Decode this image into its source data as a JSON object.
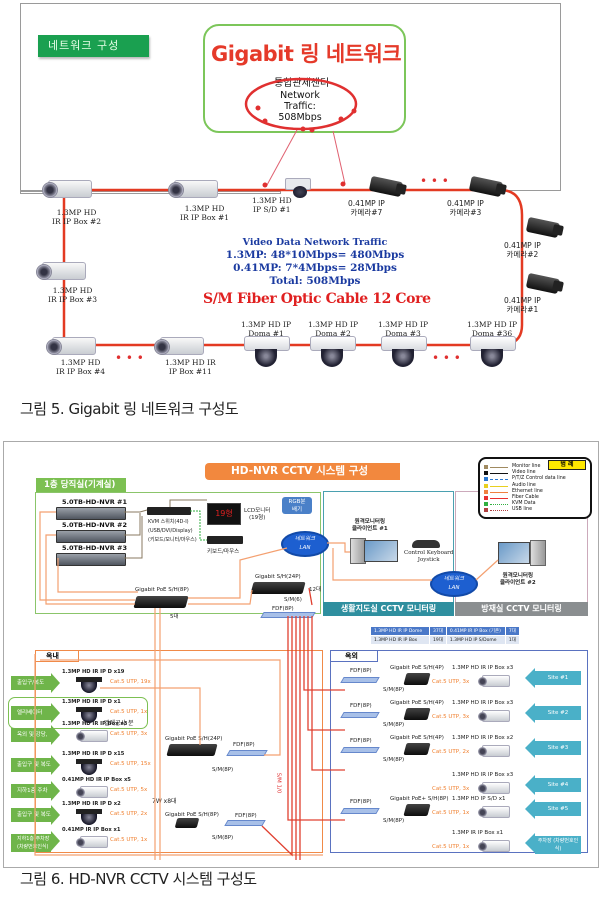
{
  "figure5": {
    "section_label": "네트워크 구성",
    "title": "Gigabit 링 네트워크",
    "control_center": "통합관제센터",
    "traffic_lines": [
      "Network",
      "Traffic:",
      "508Mbps"
    ],
    "info_title": "Video Data Network Traffic",
    "info_lines": [
      "1.3MP: 48*10Mbps= 480Mbps",
      "0.41MP: 7*4Mbps= 28Mbps",
      "Total:  508Mbps"
    ],
    "cable_label": "S/M Fiber Optic Cable 12 Core",
    "cameras": [
      {
        "id": "box2",
        "lines": [
          "1.3MP HD",
          "IR IP Box #2"
        ]
      },
      {
        "id": "box1",
        "lines": [
          "1.3MP HD",
          "IR IP Box #1"
        ]
      },
      {
        "id": "sd1",
        "lines": [
          "1.3MP HD",
          "IP S/D #1"
        ]
      },
      {
        "id": "cam7",
        "lines": [
          "0.41MP IP",
          "카메라#7"
        ]
      },
      {
        "id": "cam3",
        "lines": [
          "0.41MP IP",
          "카메라#3"
        ]
      },
      {
        "id": "cam2",
        "lines": [
          "0.41MP IP",
          "카메라#2"
        ]
      },
      {
        "id": "cam1",
        "lines": [
          "0.41MP IP",
          "카메라#1"
        ]
      },
      {
        "id": "box3",
        "lines": [
          "1.3MP HD",
          "IR IP Box #3"
        ]
      },
      {
        "id": "box4",
        "lines": [
          "1.3MP HD",
          "IR IP Box #4"
        ]
      },
      {
        "id": "box11",
        "lines": [
          "1.3MP HD IR",
          "IP Box #11"
        ]
      },
      {
        "id": "dome1",
        "lines": [
          "1.3MP HD IP",
          "Doma #1"
        ]
      },
      {
        "id": "dome2",
        "lines": [
          "1.3MP HD IP",
          "Doma #2"
        ]
      },
      {
        "id": "dome3",
        "lines": [
          "1.3MP HD IP",
          "Doma #3"
        ]
      },
      {
        "id": "dome36",
        "lines": [
          "1.3MP HD IP",
          "Doma #36"
        ]
      }
    ],
    "ellipsis": "• • •",
    "caption": "그림 5. Gigabit 링 네트워크 구성도"
  },
  "figure6": {
    "title": "HD-NVR CCTV 시스템 구성",
    "room_label": "1층 당직실(기계실)",
    "nvrs": [
      "5.0TB-HD-NVR #1",
      "5.0TB-HD-NVR #2",
      "5.0TB-HD-NVR #3"
    ],
    "kvm_lines": [
      "KVM 스위치(4D-I)",
      "(USB/DVI/Display)",
      "(키보드/모니터/마우스)"
    ],
    "lcd_screen": "19형",
    "lcd_lines": [
      "LCD모니터",
      "(19형)"
    ],
    "keyboard_label": "키보드/마우스",
    "rgb_lines": [
      "RGB분",
      "배기"
    ],
    "lan_lines": [
      "네트워크",
      "LAN"
    ],
    "switch_poe8": "Gigabit PoE S/H(8P)",
    "switch_poe8_count": "5대",
    "switch_24p": "Gigabit S/H(24P)",
    "switch_24p_count": "12대",
    "sm6": "S/M(6)",
    "fdf8": "FDF(8P)",
    "client1_lines": [
      "원격모니터링",
      "클라이언트 #1"
    ],
    "joystick_lines": [
      "Control Keyboard",
      "Joystick"
    ],
    "client2_lines": [
      "원격모니터링",
      "클라이언트 #2"
    ],
    "monitor_room1": "생활지도실 CCTV 모니터링",
    "monitor_room2": "방재실 CCTV 모니터링",
    "legend": {
      "title": "범 례",
      "items": [
        {
          "label": "Monitor line",
          "color": "#a08a60",
          "dash": "solid"
        },
        {
          "label": "Video line",
          "color": "#111111",
          "dash": "solid"
        },
        {
          "label": "P/T/Z Control data line",
          "color": "#2a78d0",
          "dash": "dashed"
        },
        {
          "label": "Audio line",
          "color": "#e8d020",
          "dash": "solid"
        },
        {
          "label": "Ethernet line",
          "color": "#f08040",
          "dash": "solid"
        },
        {
          "label": "Fiber Cable",
          "color": "#e83030",
          "dash": "solid"
        },
        {
          "label": "KVM Data",
          "color": "#30b040",
          "dash": "dotted"
        },
        {
          "label": "USB line",
          "color": "#b04040",
          "dash": "dotted"
        }
      ]
    },
    "summary_table": [
      [
        "1.3MP HD IR IP Dome",
        "37대",
        "0.41MP IR IP Box (기존)",
        "7대"
      ],
      [
        "1.3MP HD IR IP Box",
        "19대",
        "1.3MP HD IP S/Dome",
        "1대"
      ]
    ],
    "indoor": {
      "label": "옥내",
      "rows": [
        {
          "area": "출입구/복도",
          "camera": "1.3MP HD IR IP D x19",
          "cable": "Cat.5 UTP, 19x"
        },
        {
          "area": "엘리베이터",
          "camera": "1.3MP HD IR IP D x1",
          "cable": "Cat.5 UTP, 1x",
          "note": "엘레공사 분"
        },
        {
          "area": "옥외 및 강당, 식당",
          "camera": "1.3MP HD IR IP Box x3",
          "cable": "Cat.5 UTP, 3x"
        },
        {
          "area": "출입구 및 복도",
          "camera": "1.3MP HD IR IP D x15",
          "cable": "Cat.5 UTP, 15x"
        },
        {
          "area": "지하1층 주차장",
          "camera": "0.41MP HD IR IP Box x5",
          "cable": "Cat.5 UTP, 5x"
        },
        {
          "area": "출입구 및 복도",
          "camera": "1.3MP HD IR IP D x2",
          "cable": "Cat.5 UTP, 2x"
        },
        {
          "area": "지하1층 주차장 (차량번호인식)",
          "camera": "0.41MP IR IP Box x1",
          "cable": "Cat.5 UTP, 1x"
        }
      ],
      "switch_24p": "Gigabit PoE S/H(24P)",
      "switch_8p": "Gigabit PoE S/H(8P)",
      "power": "7W x8대",
      "fdf": "FDF(8P)",
      "sm": "S/M(8P)",
      "trunk": "S/M 1/0"
    },
    "outdoor": {
      "label": "옥외",
      "sites": [
        {
          "switch": "Gigabit PoE S/H(4P)",
          "camera": "1.3MP HD IR IP Box x3",
          "cable": "Cat.5 UTP, 3x",
          "site": "Site #1"
        },
        {
          "switch": "Gigabit PoE S/H(4P)",
          "camera": "1.3MP HD IR IP Box x3",
          "cable": "Cat.5 UTP, 3x",
          "site": "Site #2"
        },
        {
          "switch": "Gigabit PoE S/H(4P)",
          "camera": "1.3MP HD IR IP Box x2",
          "cable": "Cat.5 UTP, 2x",
          "site": "Site #3"
        },
        {
          "switch": "",
          "camera": "1.3MP HD IR IP Box x3",
          "cable": "Cat.5 UTP, 3x",
          "site": "Site #4"
        },
        {
          "switch": "Gigabit PoE+ S/H(8P)",
          "camera": "1.3MP HD IP S/D x1",
          "cable": "Cat.5 UTP, 1x",
          "site": "Site #5"
        },
        {
          "switch": "",
          "camera": "1.3MP IR IP Box x1",
          "cable": "Cat.5 UTP, 1x",
          "site": "주차장 (차량번호인식)"
        }
      ],
      "fdf": "FDF(8P)",
      "sm": "S/M(8P)"
    },
    "caption": "그림 6. HD-NVR CCTV 시스템 구성도"
  }
}
